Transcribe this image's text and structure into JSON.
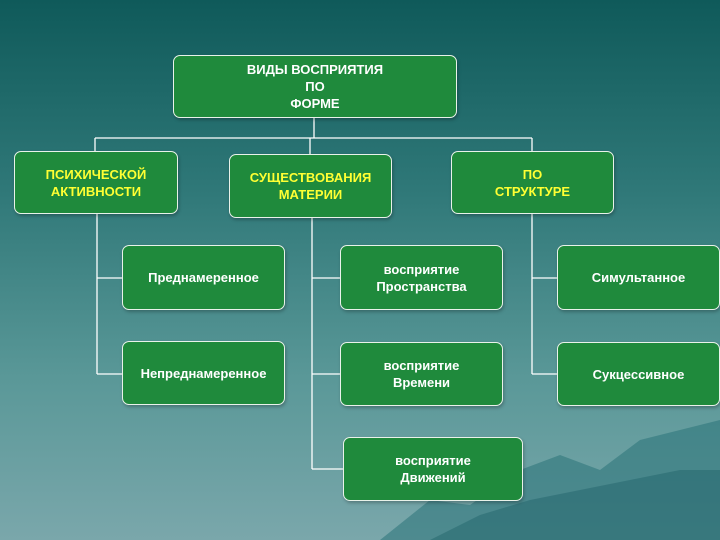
{
  "colors": {
    "box_fill": "#1f8a3c",
    "box_border": "#e9f2ea",
    "category_text": "#ffff33",
    "item_text": "#ffffff"
  },
  "root": {
    "lines": [
      "ВИДЫ ВОСПРИЯТИЯ",
      "ПО",
      "ФОРМЕ"
    ]
  },
  "categories": [
    {
      "lines": [
        "ПСИХИЧЕСКОЙ",
        "АКТИВНОСТИ"
      ]
    },
    {
      "lines": [
        "СУЩЕСТВОВАНИЯ",
        "МАТЕРИИ"
      ]
    },
    {
      "lines": [
        "ПО",
        "СТРУКТУРЕ"
      ]
    }
  ],
  "items": {
    "activity": [
      {
        "lines": [
          "Преднамеренное"
        ]
      },
      {
        "lines": [
          "Непреднамеренное"
        ]
      }
    ],
    "existence": [
      {
        "lines": [
          "восприятие",
          "Пространства"
        ]
      },
      {
        "lines": [
          "восприятие",
          "Времени"
        ]
      },
      {
        "lines": [
          "восприятие",
          "Движений"
        ]
      }
    ],
    "structure": [
      {
        "lines": [
          "Симультанное"
        ]
      },
      {
        "lines": [
          "Сукцессивное"
        ]
      }
    ]
  }
}
